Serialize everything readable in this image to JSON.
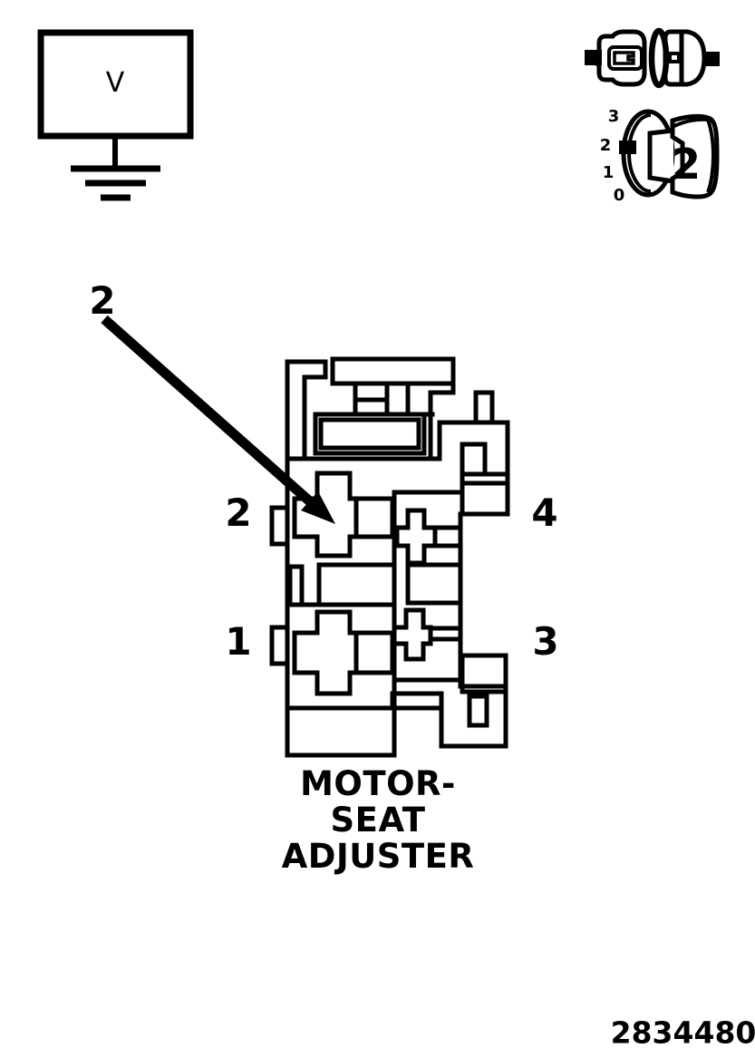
{
  "colors": {
    "ink": "#000000",
    "background": "#ffffff"
  },
  "voltmeter": {
    "label": "V"
  },
  "icons": {
    "voltmeter_box": "voltmeter-icon",
    "ground": "ground-icon",
    "connector_pair": "connector-pair-icon",
    "rotary_dial": "rotary-dial-icon"
  },
  "dial": {
    "scale": [
      "3",
      "2",
      "1",
      "0"
    ],
    "selected": "2"
  },
  "callout": {
    "label": "2"
  },
  "connector": {
    "pins": {
      "upper_left": "2",
      "lower_left": "1",
      "upper_right": "4",
      "lower_right": "3"
    }
  },
  "caption": {
    "lines": [
      "MOTOR-",
      "SEAT",
      "ADJUSTER"
    ]
  },
  "part_number": "2834480"
}
